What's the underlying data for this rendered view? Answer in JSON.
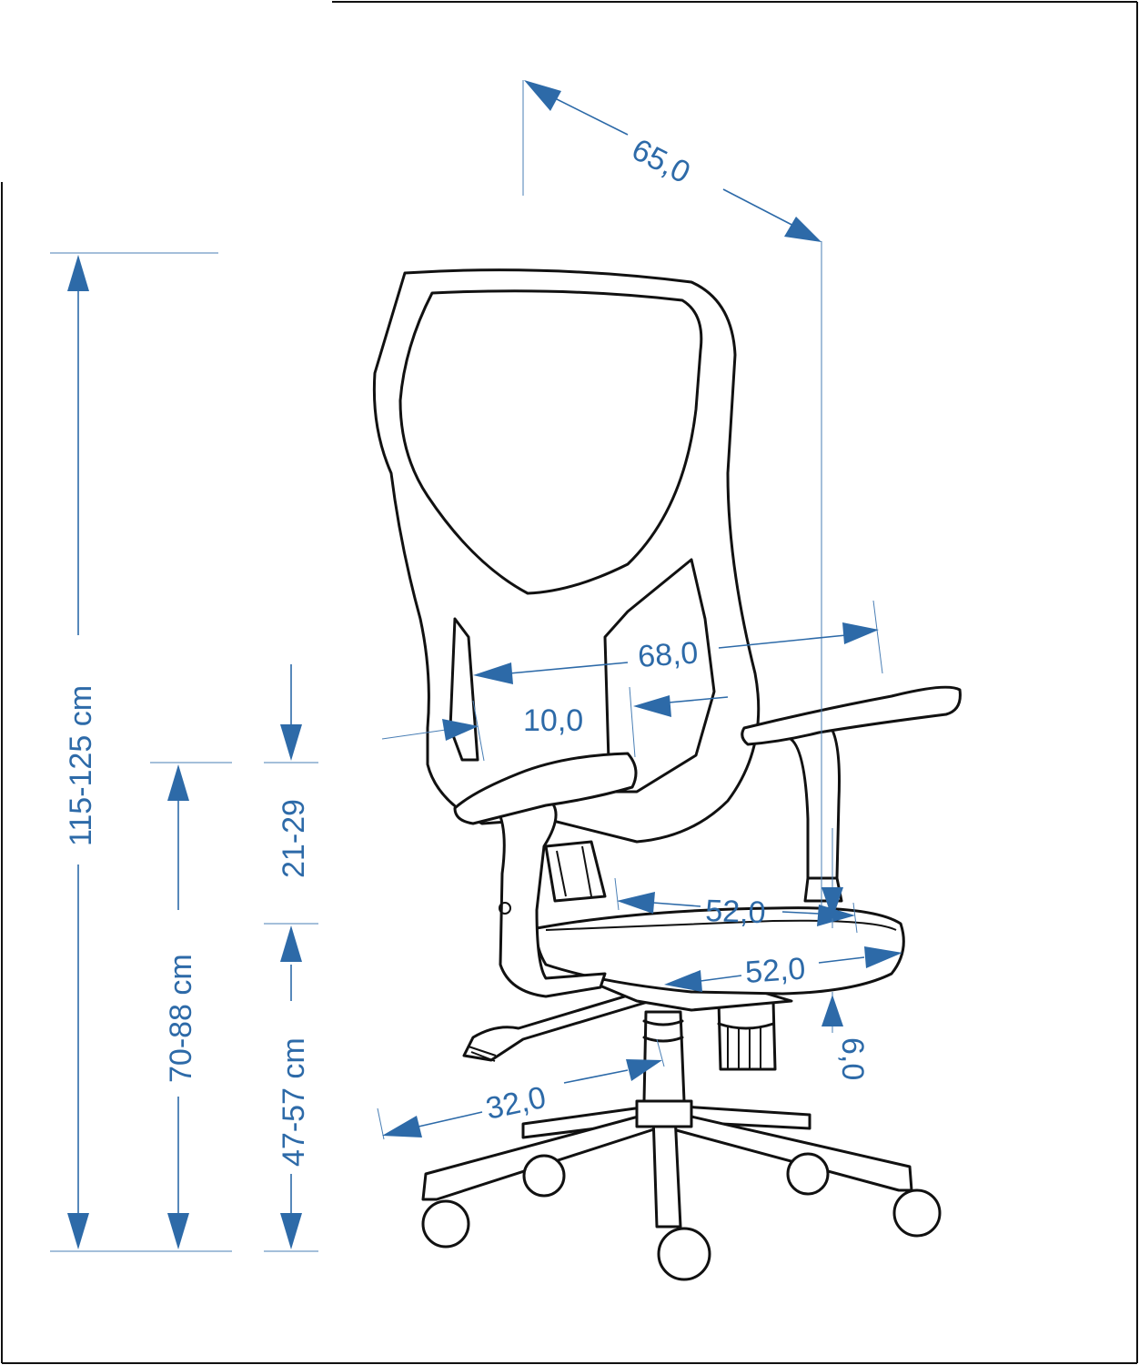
{
  "dimensions": {
    "total_height": "115-125 cm",
    "armrest_height": "70-88 cm",
    "seat_height": "47-57 cm",
    "armrest_above_seat": "21-29",
    "overall_depth": "65,0",
    "overall_width": "68,0",
    "armrest_width": "10,0",
    "seat_depth": "52,0",
    "seat_width": "52,0",
    "seat_thickness": "6,0",
    "base_radius": "32,0"
  },
  "colors": {
    "dimension": "#2d6aa8",
    "outline": "#111111",
    "background": "#ffffff"
  }
}
